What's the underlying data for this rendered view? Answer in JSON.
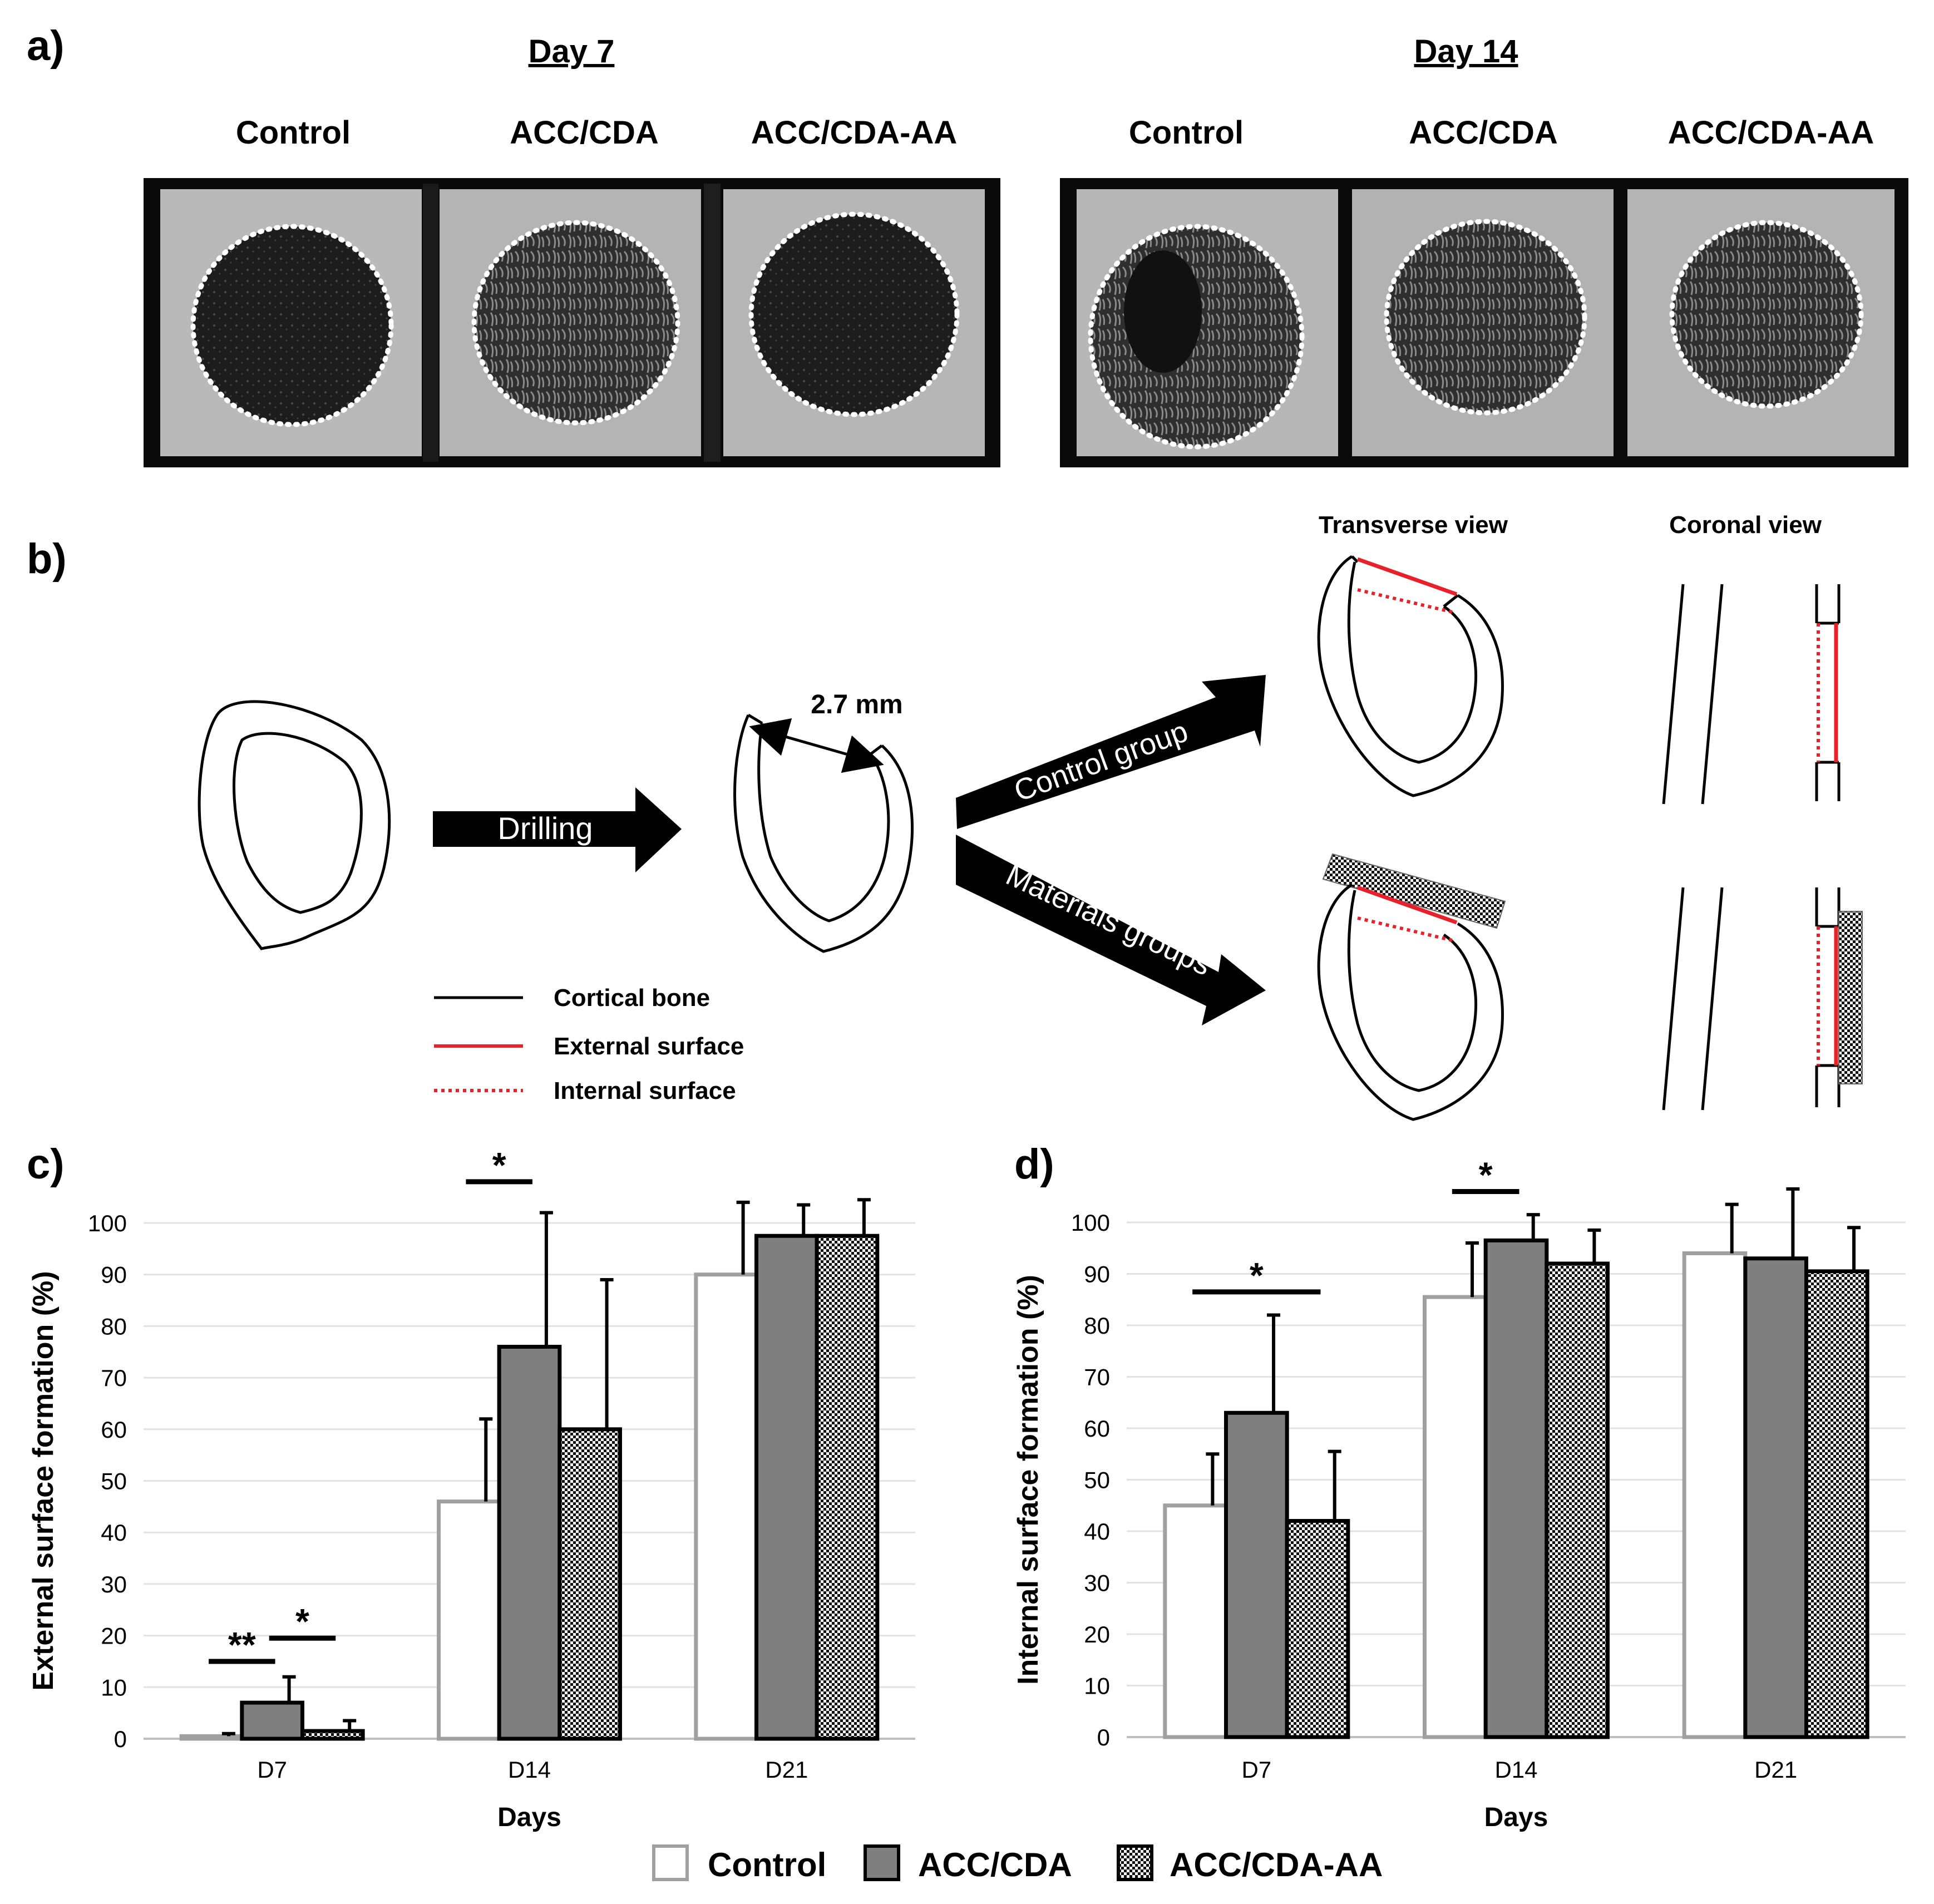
{
  "panel_a": {
    "label": "a)",
    "groups": [
      {
        "day": "Day 7",
        "images": [
          "Control",
          "ACC/CDA",
          "ACC/CDA-AA"
        ]
      },
      {
        "day": "Day 14",
        "images": [
          "Control",
          "ACC/CDA",
          "ACC/CDA-AA"
        ]
      }
    ]
  },
  "panel_b": {
    "label": "b)",
    "drilling": "Drilling",
    "drill_size": "2.7 mm",
    "control_group": "Control group",
    "materials_groups": "Materials groups",
    "transverse_view": "Transverse view",
    "coronal_view": "Coronal view",
    "legend": [
      {
        "label": "Cortical bone",
        "color": "#000000",
        "style": "solid"
      },
      {
        "label": "External surface",
        "color": "#e8202a",
        "style": "solid"
      },
      {
        "label": "Internal surface",
        "color": "#e8202a",
        "style": "dotted"
      }
    ]
  },
  "chart_legend": [
    "Control",
    "ACC/CDA",
    "ACC/CDA-AA"
  ],
  "colors": {
    "control_edge": "#a0a0a0",
    "acc_cda": "#7f7f7f",
    "red": "#e8202a"
  },
  "chart_data": [
    {
      "type": "bar",
      "panel": "c)",
      "categories": [
        "D7",
        "D14",
        "D21"
      ],
      "xlabel": "Days",
      "ylabel": "External surface formation (%)",
      "ylim": [
        0,
        100
      ],
      "yticks": [
        0,
        10,
        20,
        30,
        40,
        50,
        60,
        70,
        80,
        90,
        100
      ],
      "grid": true,
      "series": [
        {
          "name": "Control",
          "values": [
            0.5,
            46,
            90
          ],
          "errors": [
            0.5,
            16,
            14
          ]
        },
        {
          "name": "ACC/CDA",
          "values": [
            7,
            76,
            97.5
          ],
          "errors": [
            5,
            26,
            6
          ]
        },
        {
          "name": "ACC/CDA-AA",
          "values": [
            1.5,
            60,
            97.5
          ],
          "errors": [
            2,
            29,
            7
          ]
        }
      ],
      "significance": [
        {
          "label": "**",
          "category": 0,
          "pair": [
            0,
            1
          ],
          "y": 15
        },
        {
          "label": "*",
          "category": 0,
          "pair": [
            1,
            2
          ],
          "y": 19.5
        },
        {
          "label": "*",
          "category": 1,
          "pair": [
            0,
            1
          ],
          "y": 108
        }
      ]
    },
    {
      "type": "bar",
      "panel": "d)",
      "categories": [
        "D7",
        "D14",
        "D21"
      ],
      "xlabel": "Days",
      "ylabel": "Internal surface formation (%)",
      "ylim": [
        0,
        100
      ],
      "yticks": [
        0,
        10,
        20,
        30,
        40,
        50,
        60,
        70,
        80,
        90,
        100
      ],
      "grid": true,
      "series": [
        {
          "name": "Control",
          "values": [
            45,
            85.5,
            94
          ],
          "errors": [
            10,
            10.5,
            9.5
          ]
        },
        {
          "name": "ACC/CDA",
          "values": [
            63,
            96.5,
            93
          ],
          "errors": [
            19,
            5,
            13.5
          ]
        },
        {
          "name": "ACC/CDA-AA",
          "values": [
            42,
            92,
            90.5
          ],
          "errors": [
            13.5,
            6.5,
            8.5
          ]
        }
      ],
      "significance": [
        {
          "label": "*",
          "category": 0,
          "pair": [
            0,
            2
          ],
          "y": 86.5
        },
        {
          "label": "*",
          "category": 1,
          "pair": [
            0,
            1
          ],
          "y": 106
        }
      ]
    }
  ]
}
